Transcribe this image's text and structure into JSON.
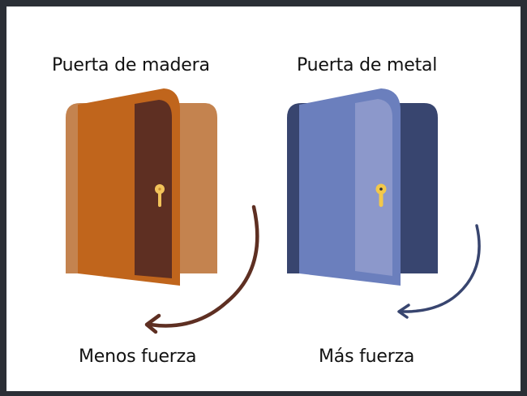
{
  "panels": [
    {
      "title": "Puerta de madera",
      "caption": "Menos fuerza",
      "colors": {
        "frame": "#c4834f",
        "door": "#c0651c",
        "panel": "#5e2f22",
        "keyhole": "#f2c35a",
        "arrow": "#5e2f22"
      }
    },
    {
      "title": "Puerta de metal",
      "caption": "Más fuerza",
      "colors": {
        "frame": "#38456f",
        "door": "#6b7fbd",
        "panel": "#8c98cb",
        "keyhole": "#f2c84a",
        "arrow": "#38456f"
      }
    }
  ],
  "border_color": "#2b2f36"
}
